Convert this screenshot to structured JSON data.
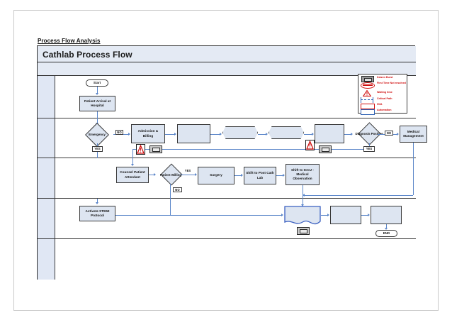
{
  "document": {
    "title": "Process Flow Analysis"
  },
  "chart": {
    "header_title": "Cathlab Process Flow",
    "subheader": ""
  },
  "legend": {
    "items": [
      {
        "icon": "kaizen-burst-icon",
        "label": "Kaizen Burst"
      },
      {
        "icon": "first-time-not-resolved-icon",
        "label": "First Time Not resolved"
      },
      {
        "icon": "waiting-time-icon",
        "label": "Waiting time"
      },
      {
        "icon": "critical-path-icon",
        "label": "Critical Path"
      },
      {
        "icon": "nva-icon",
        "label": "NVA"
      },
      {
        "icon": "automation-icon",
        "label": "Automation"
      }
    ]
  },
  "nodes": {
    "start": "Start",
    "patient_arrival": "Patient Arrival at Hospital",
    "emergency": "Emergency",
    "emergency_no": "NO",
    "emergency_yes": "YES",
    "admission_billing": "Admission & Billing",
    "step_empty_1": "",
    "hexagon_1": "",
    "hexagon_2": "",
    "step_empty_2": "",
    "diagnosis_positive": "Diagnosis Positive",
    "diagnosis_no": "NO",
    "diagnosis_yes": "YES",
    "medical_management": "Medical Management",
    "counsel_patient": "Counsel Patient Attendant",
    "patient_willing": "Patient Willing",
    "willing_yes": "YES",
    "willing_no": "NO",
    "surgery": "Surgery",
    "shift_post_cath": "Shift to Post Cath Lab",
    "shift_iccu": "Shift to ICCU - Medical Observation",
    "activate_stemi": "Activate STEMI Protocol",
    "document_empty": "",
    "step_empty_3": "",
    "step_empty_4": "",
    "end": "END"
  },
  "colors": {
    "node_fill": "#dde5f1",
    "node_stroke": "#3a3a3a",
    "connector": "#5b86c9",
    "lane_header": "#e0e7f4",
    "band": "#e4eaf4",
    "legend_text": "#d01010",
    "warning": "#d01010",
    "automation": "#2f62b5"
  }
}
